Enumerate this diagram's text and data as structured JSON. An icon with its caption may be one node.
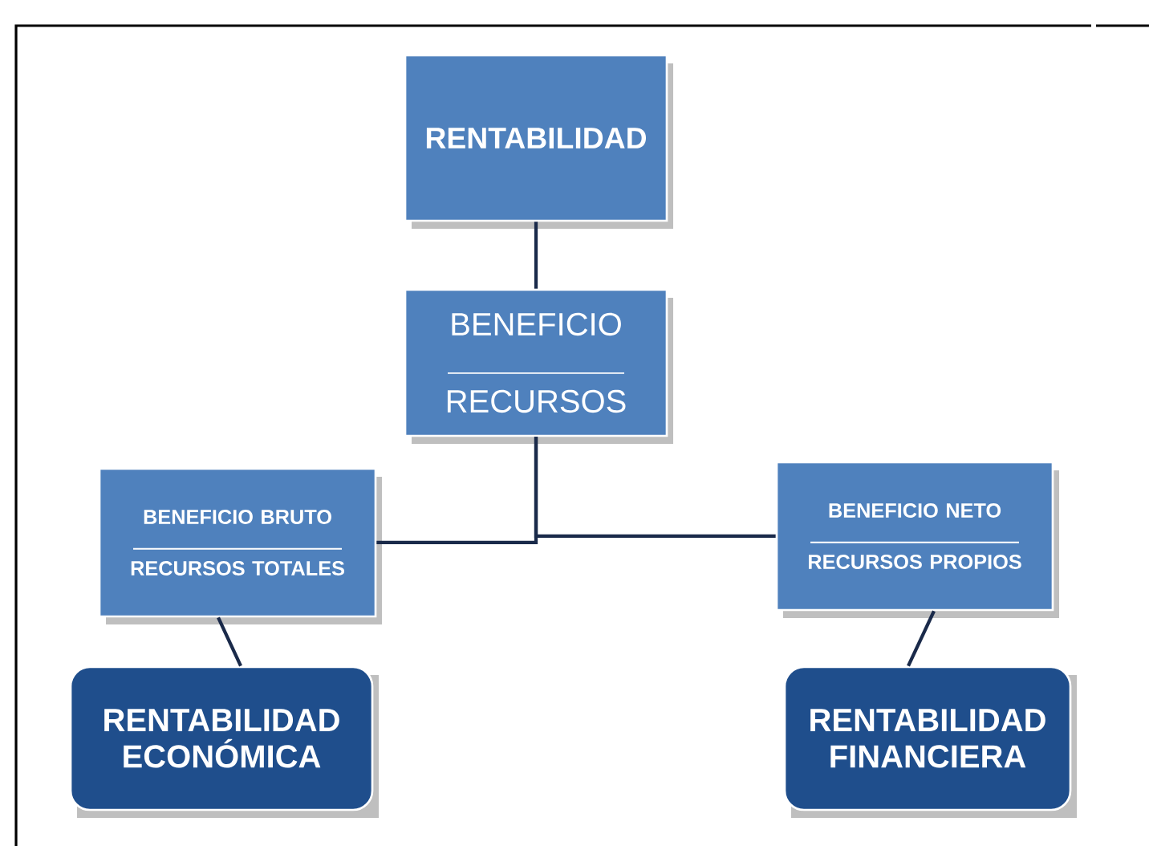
{
  "diagram": {
    "nodes": [
      {
        "text": [
          "RENTABILIDAD"
        ]
      },
      {
        "text": [
          "BENEFICIO",
          "RECURSOS"
        ]
      },
      {
        "text": [
          "BENEFICIO BRUTO",
          "RECURSOS TOTALES"
        ]
      },
      {
        "text": [
          "BENEFICIO NETO",
          "RECURSOS PROPIOS"
        ]
      },
      {
        "text": [
          "RENTABILIDAD ECONÓMICA"
        ]
      },
      {
        "text": [
          "RENTABILIDAD FINANCIERA"
        ]
      }
    ],
    "edges": [
      {
        "from": 0,
        "to": 1,
        "arrow": "none"
      },
      {
        "from": 1,
        "to": 2,
        "arrow": "none"
      },
      {
        "from": 1,
        "to": 3,
        "arrow": "none"
      },
      {
        "from": 2,
        "to": 4,
        "arrow": "none"
      },
      {
        "from": 3,
        "to": 5,
        "arrow": "none"
      }
    ]
  }
}
